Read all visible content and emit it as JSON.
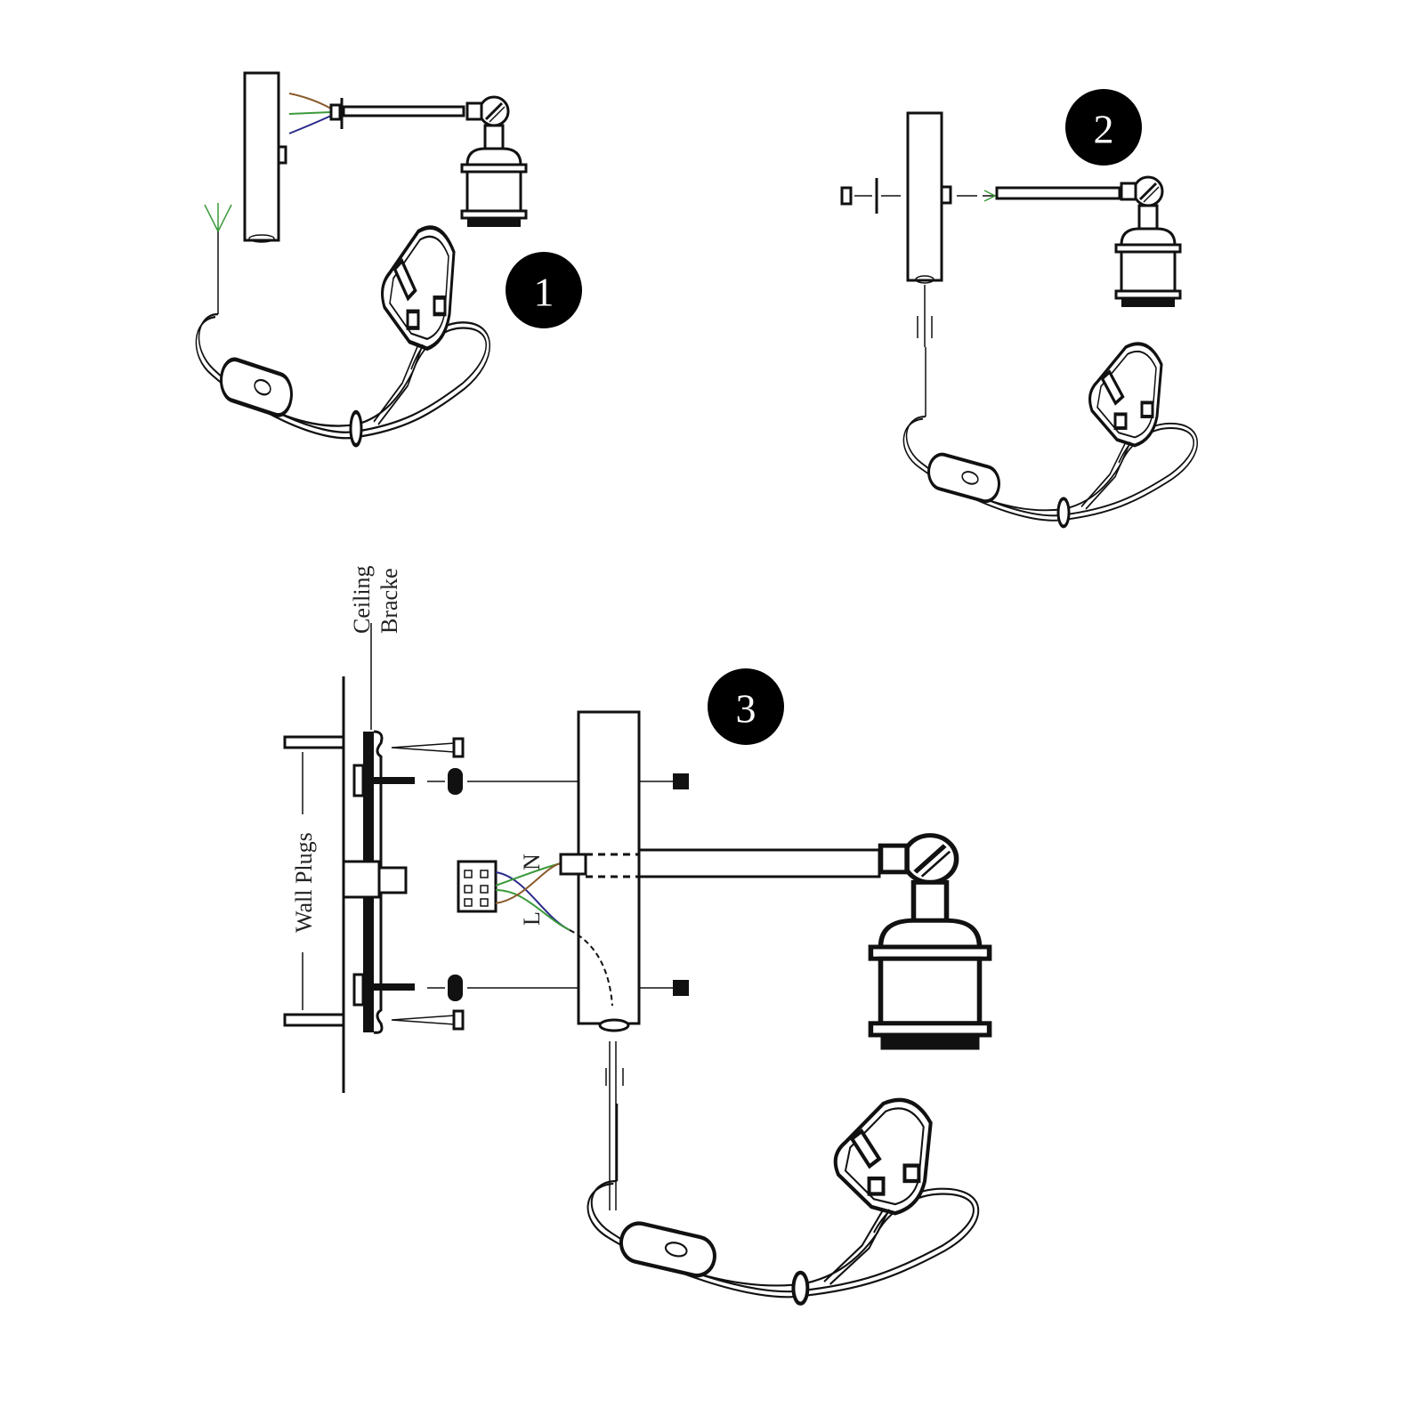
{
  "steps": [
    {
      "number": "1"
    },
    {
      "number": "2"
    },
    {
      "number": "3"
    }
  ],
  "labels": {
    "ceiling_line1": "Ceiling",
    "ceiling_line2": "Bracke",
    "wall_plugs": "Wall Plugs",
    "neutral": "N",
    "live": "L"
  },
  "colors": {
    "wire_brown": "#8a5a2b",
    "wire_green": "#3a9a3a",
    "wire_blue": "#2a2a8a",
    "ink": "#111111"
  }
}
